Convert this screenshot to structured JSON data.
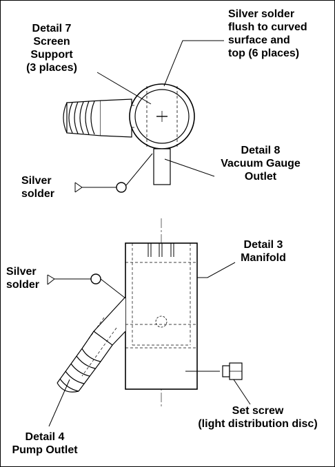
{
  "labels": {
    "detail7": {
      "line1": "Detail 7",
      "line2": "Screen",
      "line3": "Support",
      "line4": "(3 places)"
    },
    "silver_solder_flush": {
      "line1": "Silver solder",
      "line2": "flush to curved",
      "line3": "surface and",
      "line4": "top (6 places)"
    },
    "detail8": {
      "line1": "Detail 8",
      "line2": "Vacuum Gauge",
      "line3": "Outlet"
    },
    "silver_solder_top": {
      "line1": "Silver",
      "line2": "solder"
    },
    "detail3": {
      "line1": "Detail 3",
      "line2": "Manifold"
    },
    "silver_solder_bottom": {
      "line1": "Silver",
      "line2": "solder"
    },
    "set_screw": {
      "line1": "Set screw",
      "line2": "(light distribution disc)"
    },
    "detail4": {
      "line1": "Detail 4",
      "line2": "Pump Outlet"
    }
  }
}
